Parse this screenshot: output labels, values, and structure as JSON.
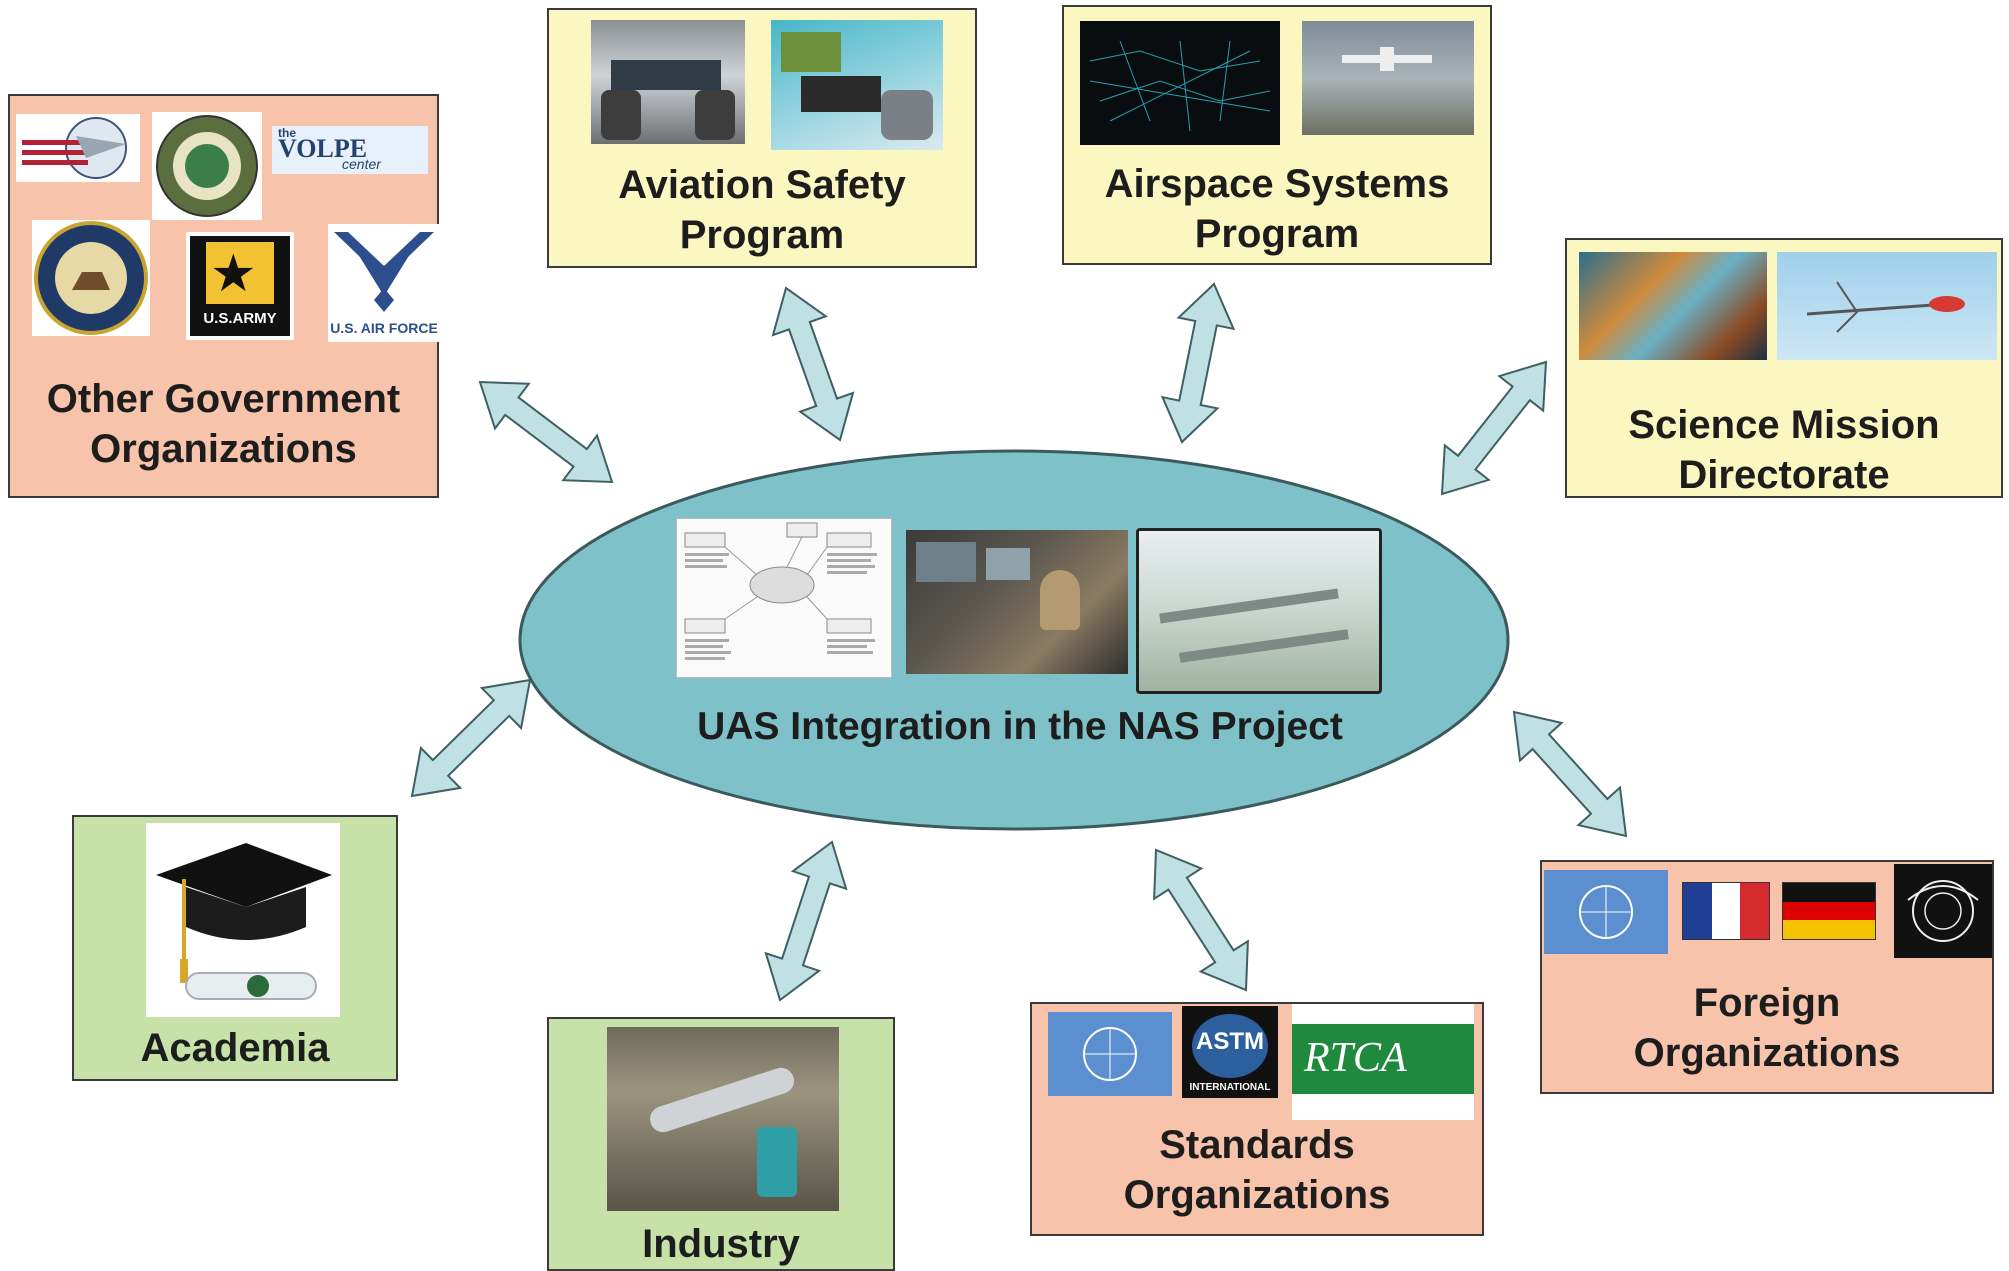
{
  "center": {
    "label": "UAS Integration in the NAS Project"
  },
  "nodes": {
    "other_gov": {
      "label_line1": "Other Government",
      "label_line2": "Organizations",
      "logos": {
        "volpe_line1": "the",
        "volpe_line2": "VOLPE",
        "volpe_line3": "center",
        "army": "U.S.ARMY",
        "air_force": "U.S. AIR FORCE"
      }
    },
    "aviation_safety": {
      "label_line1": "Aviation Safety",
      "label_line2": "Program"
    },
    "airspace_systems": {
      "label_line1": "Airspace Systems",
      "label_line2": "Program"
    },
    "science_mission": {
      "label_line1": "Science Mission",
      "label_line2": "Directorate"
    },
    "academia": {
      "label": "Academia"
    },
    "industry": {
      "label": "Industry"
    },
    "standards": {
      "label_line1": "Standards",
      "label_line2": "Organizations",
      "logos": {
        "astm": "ASTM",
        "astm_sub": "INTERNATIONAL",
        "rtca": "RTCA"
      }
    },
    "foreign": {
      "label_line1": "Foreign",
      "label_line2": "Organizations"
    }
  },
  "colors": {
    "salmon": "#f7c3aa",
    "yellow": "#fbf7c0",
    "green": "#c6e2a9",
    "ellipse": "#7fc1c9",
    "arrow": "#bfe1e3",
    "arrow_stroke": "#3f5f62"
  }
}
